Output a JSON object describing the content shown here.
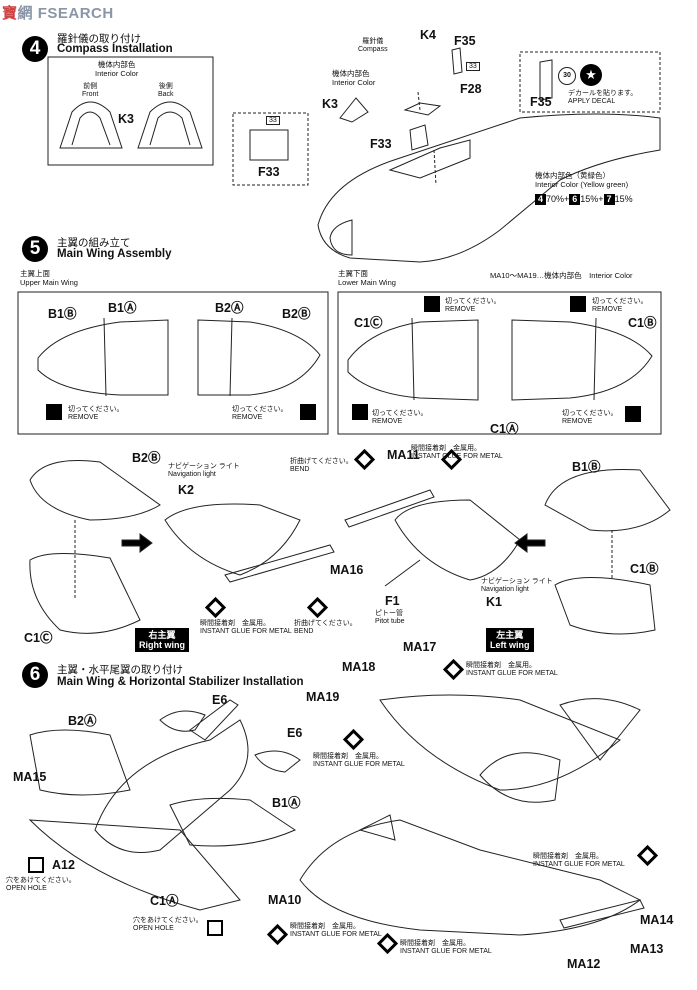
{
  "watermark": {
    "left": "寶",
    "mid": "網",
    "right": "SEARCH",
    "f": "F"
  },
  "step4": {
    "num": "4",
    "title_jp": "羅針儀の取り付け",
    "title_en": "Compass Installation",
    "interior_jp": "機体内部色",
    "interior_en": "Interior Color",
    "front_jp": "前側",
    "front_en": "Front",
    "back_jp": "後側",
    "back_en": "Back",
    "k3": "K3",
    "f33": "F33",
    "box33": "33",
    "compass_jp": "羅針儀",
    "compass_en": "Compass",
    "k4": "K4",
    "f35": "F35",
    "f28": "F28",
    "decal_jp": "デカールを貼ります。",
    "decal_en": "APPLY DECAL",
    "decal_num": "30",
    "color_jp": "機体内部色（黄緑色）",
    "color_en": "Interior Color (Yellow green)",
    "mix": [
      {
        "n": "4",
        "p": "70%"
      },
      {
        "n": "6",
        "p": "15%"
      },
      {
        "n": "7",
        "p": "15%"
      }
    ]
  },
  "step5": {
    "num": "5",
    "title_jp": "主翼の組み立て",
    "title_en": "Main Wing Assembly",
    "upper_jp": "主翼上面",
    "upper_en": "Upper Main Wing",
    "lower_jp": "主翼下面",
    "lower_en": "Lower Main Wing",
    "ma_note": "MA10〜MA19…機体内部色　Interior Color",
    "b1b": "B1Ⓑ",
    "b1a": "B1Ⓐ",
    "b2a": "B2Ⓐ",
    "b2b": "B2Ⓑ",
    "c1c": "C1Ⓒ",
    "c1b": "C1Ⓑ",
    "c1a": "C1Ⓐ",
    "remove_jp": "切ってください。",
    "remove_en": "REMOVE",
    "nav_jp": "ナビゲーション ライト",
    "nav_en": "Navigation light",
    "k2": "K2",
    "k1": "K1",
    "f1": "F1",
    "pitot_jp": "ピトー管",
    "pitot_en": "Pitot tube",
    "ma11": "MA11",
    "ma16": "MA16",
    "bend_jp": "折曲げてください。",
    "bend_en": "BEND",
    "glue_jp": "瞬間接着剤　金属用。",
    "glue_en": "INSTANT GLUE FOR METAL",
    "right_jp": "右主翼",
    "right_en": "Right wing",
    "left_jp": "左主翼",
    "left_en": "Left wing",
    "c1c2": "C1Ⓒ",
    "b1b2": "B1Ⓑ",
    "c1b2": "C1Ⓑ",
    "b2b2": "B2Ⓑ"
  },
  "step6": {
    "num": "6",
    "title_jp": "主翼・水平尾翼の取り付け",
    "title_en": "Main Wing & Horizontal Stabilizer Installation",
    "e6": "E6",
    "b2a": "B2Ⓐ",
    "ma15": "MA15",
    "a12": "A12",
    "c1a": "C1Ⓐ",
    "b1a": "B1Ⓐ",
    "ma10": "MA10",
    "ma17": "MA17",
    "ma18": "MA18",
    "ma19": "MA19",
    "ma14": "MA14",
    "ma13": "MA13",
    "ma12": "MA12",
    "hole_jp": "穴をあけてください。",
    "hole_en": "OPEN HOLE",
    "glue_jp": "瞬間接着剤　金属用。",
    "glue_en": "INSTANT GLUE FOR METAL"
  }
}
